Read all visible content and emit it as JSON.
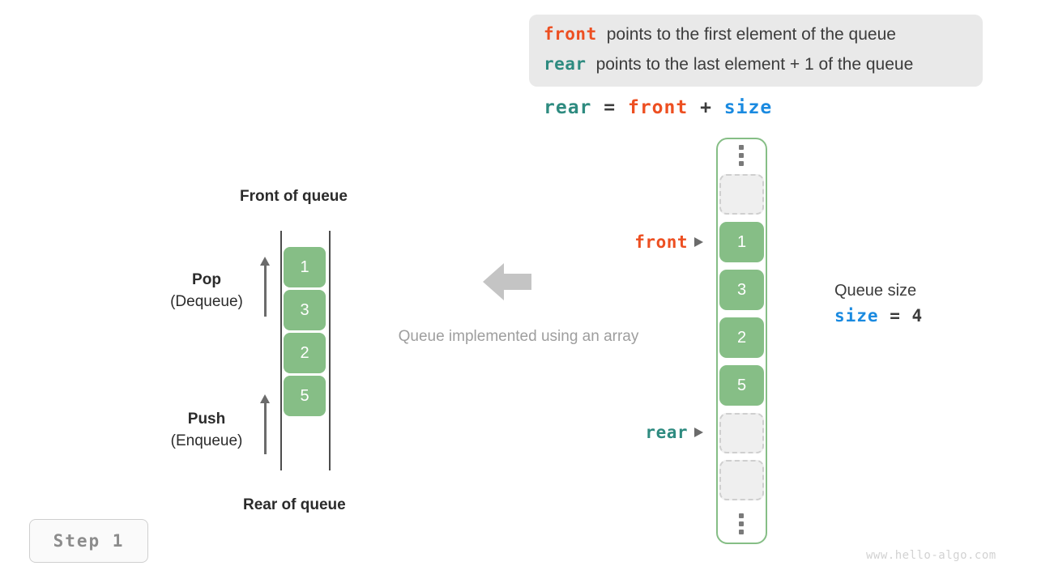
{
  "legend": {
    "lines": [
      {
        "keyword": "front",
        "keyword_color": "#ed4f21",
        "text": "points to the first element of the queue"
      },
      {
        "keyword": "rear",
        "keyword_color": "#2e8b80",
        "text": "points to the last element + 1 of the queue"
      }
    ]
  },
  "formula": {
    "lhs": "rear",
    "eq": "=",
    "rhs1": "front",
    "plus": "+",
    "rhs2": "size"
  },
  "queue_diagram": {
    "top_label": "Front of queue",
    "bottom_label": "Rear of queue",
    "cells": [
      "1",
      "3",
      "2",
      "5"
    ],
    "pop": {
      "title": "Pop",
      "subtitle": "(Dequeue)"
    },
    "push": {
      "title": "Push",
      "subtitle": "(Enqueue)"
    }
  },
  "center": {
    "caption": "Queue implemented using an array",
    "arrow_direction": "left",
    "arrow_color": "#c4c4c4"
  },
  "array_diagram": {
    "slots": [
      {
        "kind": "ellipsis",
        "value": ""
      },
      {
        "kind": "empty",
        "value": ""
      },
      {
        "kind": "filled",
        "value": "1"
      },
      {
        "kind": "filled",
        "value": "3"
      },
      {
        "kind": "filled",
        "value": "2"
      },
      {
        "kind": "filled",
        "value": "5"
      },
      {
        "kind": "empty",
        "value": ""
      },
      {
        "kind": "empty",
        "value": ""
      },
      {
        "kind": "ellipsis",
        "value": ""
      }
    ],
    "pointers": [
      {
        "label": "front",
        "color": "#ed4f21",
        "target_index": 2
      },
      {
        "label": "rear",
        "color": "#2e8b80",
        "target_index": 6
      }
    ],
    "border_color": "#86be86"
  },
  "size_panel": {
    "title": "Queue size",
    "var": "size",
    "eq": "=",
    "value": "4"
  },
  "step_badge": {
    "label": "Step 1"
  },
  "watermark": {
    "text": "www.hello-algo.com"
  },
  "colors": {
    "front": "#ed4f21",
    "rear": "#2e8b80",
    "size": "#1a8ae0",
    "cell_green": "#86be86",
    "empty_gray": "#efefef",
    "text_dark": "#2b2b2b",
    "muted": "#9e9e9e"
  }
}
